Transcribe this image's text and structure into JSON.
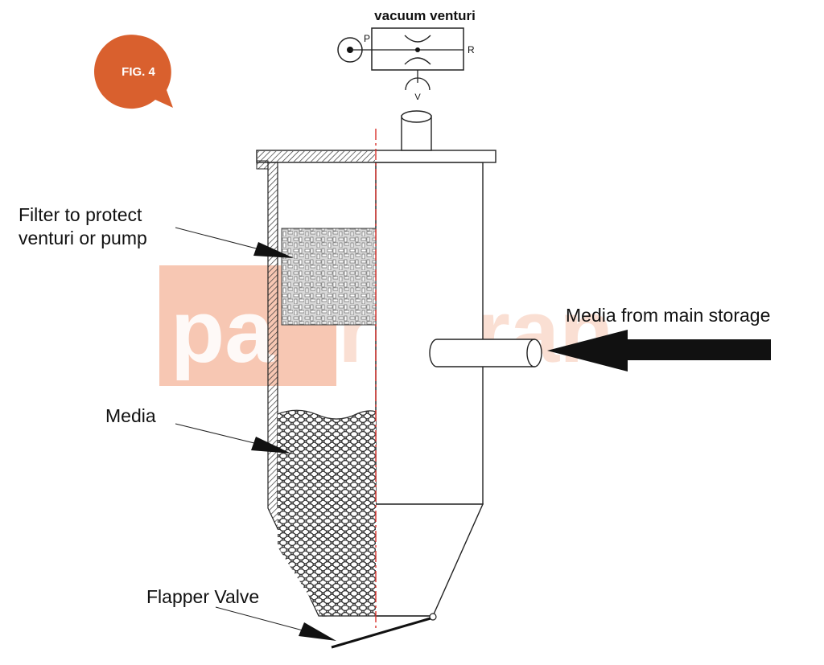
{
  "figure": {
    "badge": "FIG. 4",
    "badge_color": "#d9602e",
    "venturi_title": "vacuum venturi",
    "port_p": "P",
    "port_r": "R",
    "port_v": "V"
  },
  "labels": {
    "filter_line1": "Filter to protect",
    "filter_line2": "venturi or pump",
    "media": "Media",
    "inlet": "Media from main storage",
    "flapper": "Flapper Valve"
  },
  "watermark": {
    "text_left": "pa",
    "text_right": "rgaran",
    "color": "#f5b9a0"
  }
}
